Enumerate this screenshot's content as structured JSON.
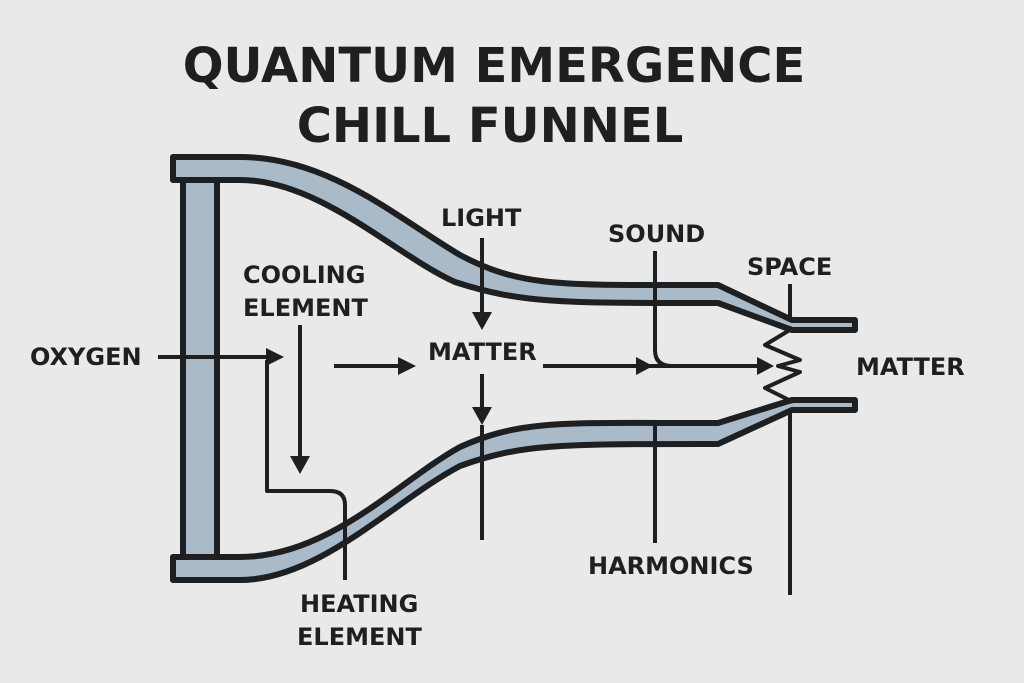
{
  "title": {
    "line1": "QUANTUM EMERGENCE",
    "line2": "CHILL FUNNEL"
  },
  "labels": {
    "oxygen": "OXYGEN",
    "cooling_line1": "COOLING",
    "cooling_line2": "ELEMENT",
    "light": "LIGHT",
    "matter_center": "MATTER",
    "sound": "SOUND",
    "space": "SPACE",
    "matter_output": "MATTER",
    "harmonics": "HARMONICS",
    "heating_line1": "HEATING",
    "heating_line2": "ELEMENT"
  },
  "colors": {
    "background": "#e9e9e9",
    "pipe_fill": "#a9bac8",
    "ink": "#1d1f21"
  }
}
